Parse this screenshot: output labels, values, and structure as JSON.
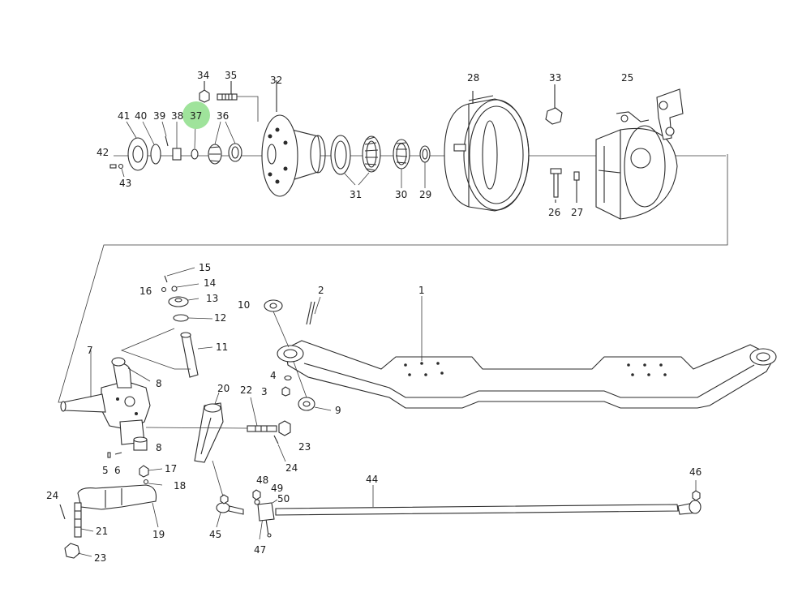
{
  "diagram": {
    "highlight_color": "#9fe39b",
    "highlighted_part": "37",
    "callouts": [
      "1",
      "2",
      "3",
      "4",
      "5",
      "6",
      "7",
      "8",
      "8",
      "9",
      "10",
      "11",
      "12",
      "13",
      "14",
      "15",
      "16",
      "17",
      "18",
      "19",
      "20",
      "21",
      "22",
      "23",
      "23",
      "24",
      "24",
      "25",
      "26",
      "27",
      "28",
      "29",
      "30",
      "31",
      "32",
      "33",
      "34",
      "35",
      "36",
      "37",
      "38",
      "39",
      "40",
      "41",
      "42",
      "43",
      "44",
      "45",
      "46",
      "47",
      "48",
      "49",
      "50"
    ]
  }
}
